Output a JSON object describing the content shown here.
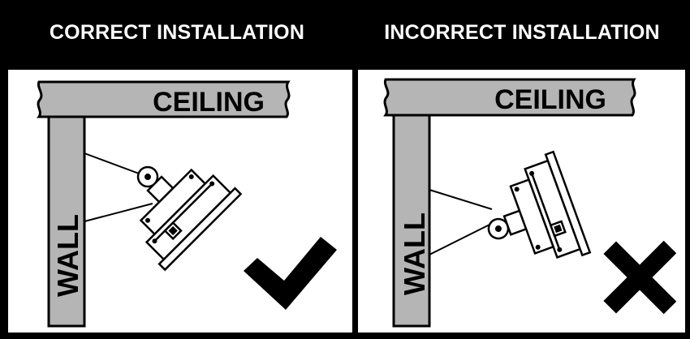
{
  "panels": [
    {
      "heading": "CORRECT INSTALLATION",
      "ceiling_label": "CEILING",
      "wall_label": "WALL",
      "verdict_icon": "checkmark-icon"
    },
    {
      "heading": "INCORRECT INSTALLATION",
      "ceiling_label": "CEILING",
      "wall_label": "WALL",
      "verdict_icon": "cross-icon"
    }
  ],
  "colors": {
    "beam": "#b5b5b5",
    "ink": "#000000",
    "background": "#ffffff",
    "header_bg": "#000000",
    "header_text": "#ffffff"
  }
}
